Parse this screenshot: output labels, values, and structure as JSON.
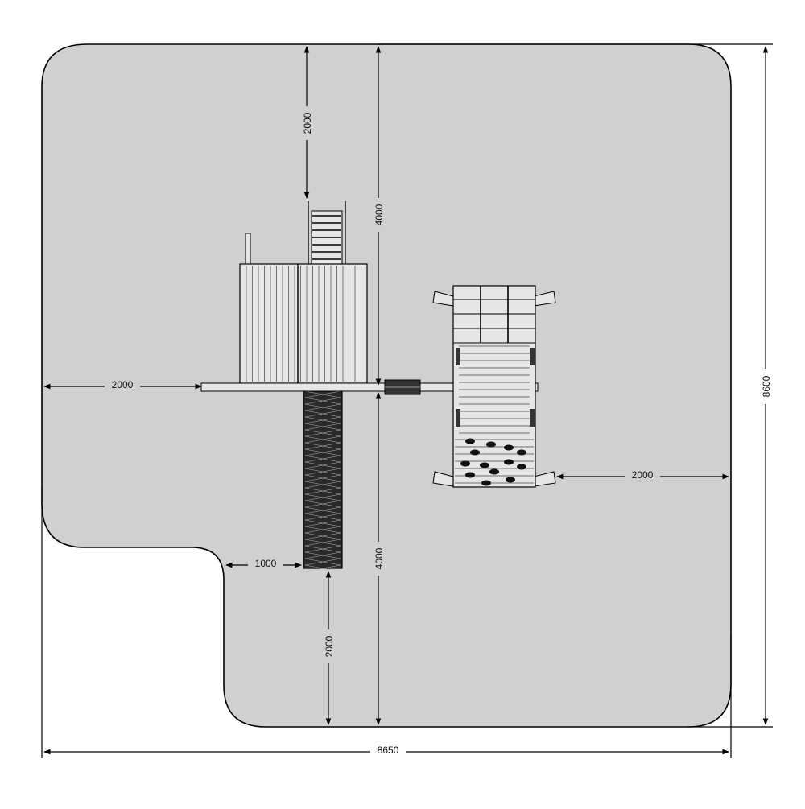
{
  "colors": {
    "surface_fill": "#d0d0d0",
    "outline": "#000000",
    "equipment_fill": "#e6e6e6",
    "net_fill": "#2a2a2a",
    "background": "#ffffff"
  },
  "dimensions": {
    "top_clearance": "2000",
    "upper_half_height": "4000",
    "left_clearance": "2000",
    "right_clearance": "2000",
    "notch_offset": "1000",
    "lower_half_height": "4000",
    "bottom_clearance": "2000",
    "total_width": "8650",
    "total_height": "8600"
  }
}
